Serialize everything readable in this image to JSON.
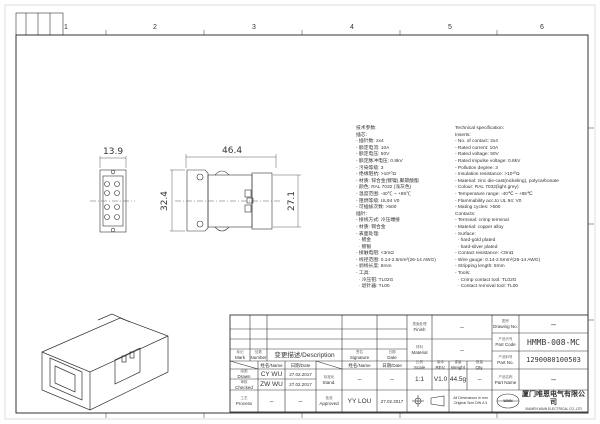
{
  "zones": [
    "1",
    "2",
    "3",
    "4",
    "5",
    "6"
  ],
  "dimensions": {
    "width_front": "13.9",
    "length": "46.4",
    "height": "32.4",
    "height_inner": "27.1"
  },
  "spec_cn": [
    "技术参数:",
    "插芯:",
    "- 插针数: 2x4",
    "- 额定电流: 10A",
    "- 额定电压: 50V",
    "- 额定脉冲电压: 0.8kV",
    "- 污染等级: 3",
    "- 绝缘阻抗: >10¹⁰Ω",
    "- 材质: 锌合金(镀镍),聚碳酸酯",
    "- 颜色: RAL 7032 (浅灰色)",
    "- 温度范围: -40℃ ~ +85℃",
    "- 阻燃等级: UL94 V0",
    "- 可插拔次数: >500",
    "插针:",
    "- 接线方式: 冷压端接",
    "- 材质: 铜合金",
    "- 表面处理:",
    "  · 镀金",
    "  · 镀银",
    "- 接触电阻: <3mΩ",
    "- 线径范围: 0.14-2.5mm²(26-14 AWG)",
    "- 剥线长度: 8mm",
    "- 工具:",
    "  · 冷压钳: TL02G",
    "  · 退针器: TL00"
  ],
  "spec_en": [
    "Technical specification:",
    "Inserts:",
    "- No. of contact: 2x4",
    "- Rated current: 10A",
    "- Rated voltage: 50V",
    "- Rated impulse voltage: 0.8kV",
    "- Pollution degree: 3",
    "- Insulation resistance: >10¹⁰Ω",
    "- Material: zinc die-cast(nickeling), polycarbonate",
    "- Colour: RAL 7032(light grey)",
    "- Temperature range: -40℃ ~ +85℃",
    "- Flammability acc.to UL 94: V0",
    "- Mating cycles: >500",
    "Contacts:",
    "- Terminal: crimp terminal",
    "- Material: copper alloy",
    "- Surface:",
    "  · hard-gold plated",
    "  · hard-silver plated",
    "- Contact resistance: <3mΩ",
    "- Wire gauge: 0.14-2.5mm²(26-14 AWG)",
    "- Stripping length: 8mm",
    "- Tools:",
    "  · Crimp contact tool: TL02G",
    "  · Contact removal tool: TL00"
  ],
  "title_block": {
    "mark": {
      "cn": "标记",
      "en": "Mark"
    },
    "number": {
      "cn": "处数",
      "en": "Number"
    },
    "description": "变更描述/Description",
    "signature": {
      "cn": "签名",
      "en": "Signature"
    },
    "date": {
      "cn": "日期",
      "en": "Date"
    },
    "name_date_1": {
      "name": "姓名/Name",
      "date": "日期/Date"
    },
    "name_date_2": {
      "name": "姓名/Name",
      "date": "日期/Date"
    },
    "drawn": {
      "cn": "绘图",
      "en": "Drawn",
      "name": "CY WU",
      "date": "27.02.2017"
    },
    "checked": {
      "cn": "审核",
      "en": "Checked",
      "name": "ZW WU",
      "date": "27.02.2017"
    },
    "process": {
      "cn": "工艺",
      "en": "Process",
      "name": "–",
      "date": "–"
    },
    "stand": {
      "cn": "标准化",
      "en": "Stand.",
      "name": "–",
      "date": "–"
    },
    "approved": {
      "cn": "批准",
      "en": "Approved",
      "name": "YY LOU",
      "date": "27.02.2017"
    },
    "finish": {
      "cn": "表面处理",
      "en": "Finish",
      "value": "–"
    },
    "material": {
      "cn": "材料",
      "en": "Material",
      "value": "–"
    },
    "scale": {
      "cn": "比例",
      "en": "Scale",
      "value": "1:1"
    },
    "rev": {
      "cn": "版本",
      "en": "REV.",
      "value": "V1.0"
    },
    "weight": {
      "cn": "重量",
      "en": "Weight",
      "value": "44.5g"
    },
    "qty": {
      "cn": "数量",
      "en": "Qty.",
      "value": "–"
    },
    "dimensions_note": [
      "All Dimensions in mm",
      "Original Size DIN A 4"
    ],
    "drawing_no": {
      "cn": "图号",
      "en": "Drawing No.",
      "value": "–"
    },
    "part_code": {
      "cn": "产品代号",
      "en": "Part Code",
      "value": "HMMB-008-MC"
    },
    "part_no": {
      "cn": "产品料号",
      "en": "Part No.",
      "value": "1290080100503"
    },
    "part_name": {
      "cn": "产品名称",
      "en": "Part Name",
      "value": "–"
    },
    "company_cn": "厦门唯恩电气有限公司",
    "company_en": "XIAMEN WAIN ELECTRICAL CO.,LTD",
    "logo_text": "WAIN"
  }
}
